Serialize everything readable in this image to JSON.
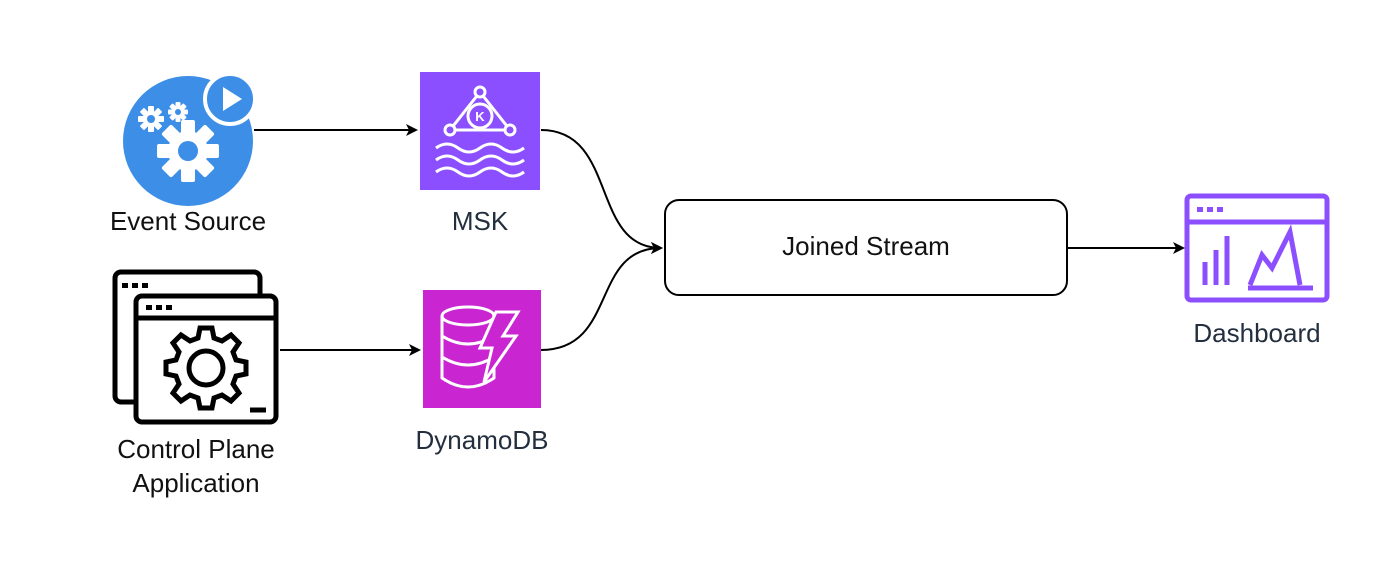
{
  "nodes": {
    "event_source": {
      "label": "Event Source",
      "color": "#3d8ee6"
    },
    "control_plane": {
      "label": "Control Plane\nApplication",
      "line1": "Control Plane",
      "line2": "Application",
      "color": "#000000"
    },
    "msk": {
      "label": "MSK",
      "color": "#8c4fff",
      "icon": "kafka-icon"
    },
    "dynamodb": {
      "label": "DynamoDB",
      "color": "#c925d1",
      "icon": "dynamodb-icon"
    },
    "joined_stream": {
      "label": "Joined Stream"
    },
    "dashboard": {
      "label": "Dashboard",
      "color": "#8c4fff",
      "icon": "dashboard-icon"
    }
  },
  "edges": [
    {
      "from": "Event Source",
      "to": "MSK"
    },
    {
      "from": "Control Plane Application",
      "to": "DynamoDB"
    },
    {
      "from": "MSK",
      "to": "Joined Stream"
    },
    {
      "from": "DynamoDB",
      "to": "Joined Stream"
    },
    {
      "from": "Joined Stream",
      "to": "Dashboard"
    }
  ],
  "msk_badge": "K"
}
